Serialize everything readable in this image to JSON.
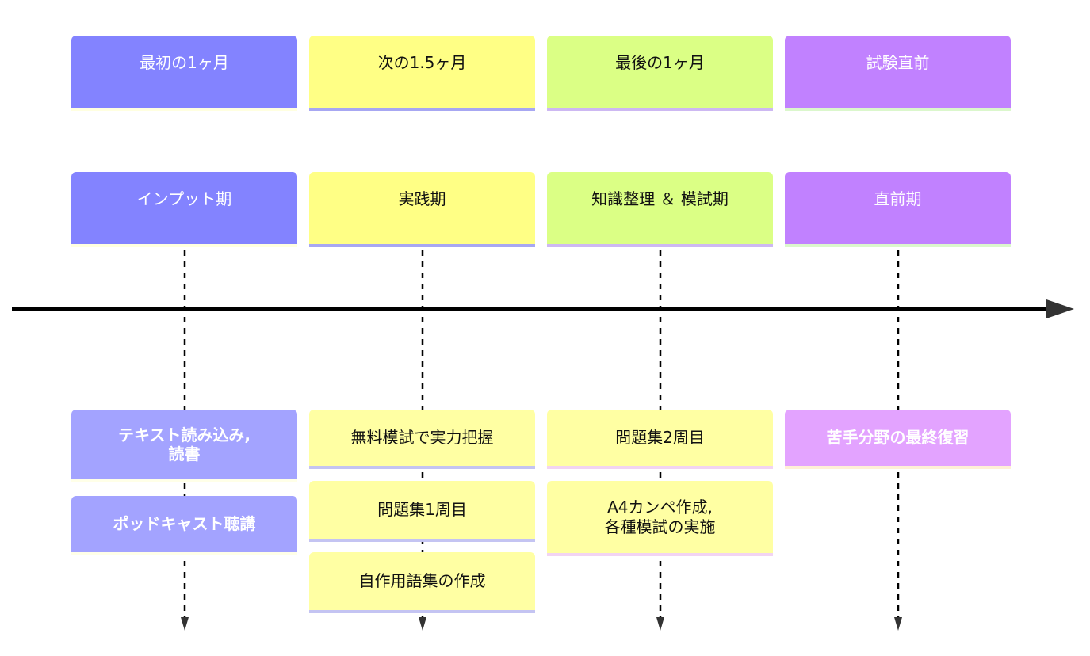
{
  "phases": [
    {
      "period": "最初の1ヶ月",
      "name": "インプット期",
      "tasks": [
        "テキスト読み込み,\n読書",
        "ポッドキャスト聴講"
      ]
    },
    {
      "period": "次の1.5ヶ月",
      "name": "実践期",
      "tasks": [
        "無料模試で実力把握",
        "問題集1周目",
        "自作用語集の作成"
      ]
    },
    {
      "period": "最後の1ヶ月",
      "name": "知識整理 ＆ 模試期",
      "tasks": [
        "問題集2周目",
        "A4カンペ作成,\n各種模試の実施"
      ]
    },
    {
      "period": "試験直前",
      "name": "直前期",
      "tasks": [
        "苦手分野の最終復習"
      ]
    }
  ],
  "colors": {
    "phase1": "#8383ff",
    "phase2": "#ffff85",
    "phase3": "#dbff85",
    "phase4": "#c181ff",
    "task1": "#a3a3ff",
    "task2": "#ffffa3",
    "task3": "#ffffa3",
    "task4": "#e3a3ff",
    "axis": "#000000",
    "connector": "#000000"
  }
}
